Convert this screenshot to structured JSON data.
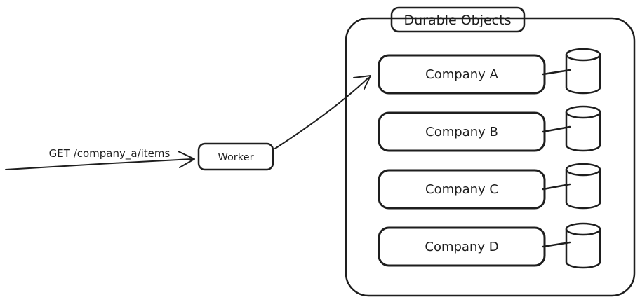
{
  "diagram": {
    "request": {
      "label": "GET /company_a/items"
    },
    "worker": {
      "label": "Worker"
    },
    "durable_objects": {
      "title": "Durable Objects",
      "objects": [
        {
          "label": "Company A",
          "icon": "database-cylinder"
        },
        {
          "label": "Company B",
          "icon": "database-cylinder"
        },
        {
          "label": "Company C",
          "icon": "database-cylinder"
        },
        {
          "label": "Company D",
          "icon": "database-cylinder"
        }
      ]
    },
    "colors": {
      "object_fill": "#a5d8ff",
      "worker_fill": "#eceef0",
      "database_body_fill": "#dfe2e5",
      "database_top_fill": "#f5f6f7",
      "container_fill": "#ffffff",
      "stroke": "#1e1e1e",
      "background": "#ffffff"
    }
  }
}
